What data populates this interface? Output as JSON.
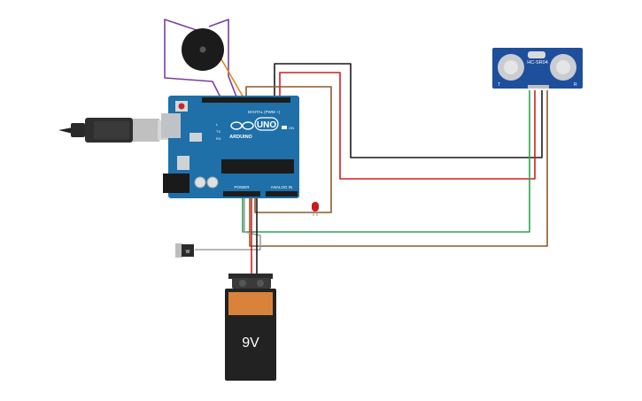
{
  "components": {
    "arduino": {
      "brand": "ARDUINO",
      "model": "UNO",
      "digital_header_label": "DIGITAL (PWM ~)",
      "power_label": "POWER",
      "analog_label": "ANALOG IN",
      "tx_label": "TX",
      "rx_label": "RX",
      "l_label": "L",
      "on_label": "ON",
      "board_color": "#1f6fa8"
    },
    "ultrasonic_sensor": {
      "model": "HC-SR04",
      "left_mark": "T",
      "right_mark": "R",
      "board_color": "#1d4f9c"
    },
    "battery": {
      "label": "9V",
      "cap_color": "#d9823b",
      "body_color": "#222222"
    },
    "regulator": {
      "label": "W"
    },
    "buzzer": {},
    "led": {
      "color": "#cc1a1a"
    },
    "usb_cable": {}
  },
  "wires": [
    {
      "name": "buzzer-wire",
      "color": "#7b3fa0"
    },
    {
      "name": "buzzer-signal-wire",
      "color": "#e08a1e"
    },
    {
      "name": "sensor-gnd-wire",
      "color": "#1a1a1a"
    },
    {
      "name": "sensor-vcc-wire",
      "color": "#d41e1e"
    },
    {
      "name": "sensor-trig-wire",
      "color": "#8b5a2b"
    },
    {
      "name": "sensor-echo-wire",
      "color": "#2ea44f"
    },
    {
      "name": "battery-neg-wire",
      "color": "#1a1a1a"
    },
    {
      "name": "battery-pos-wire",
      "color": "#d41e1e"
    },
    {
      "name": "regulator-wire",
      "color": "#9aa0a6"
    }
  ]
}
